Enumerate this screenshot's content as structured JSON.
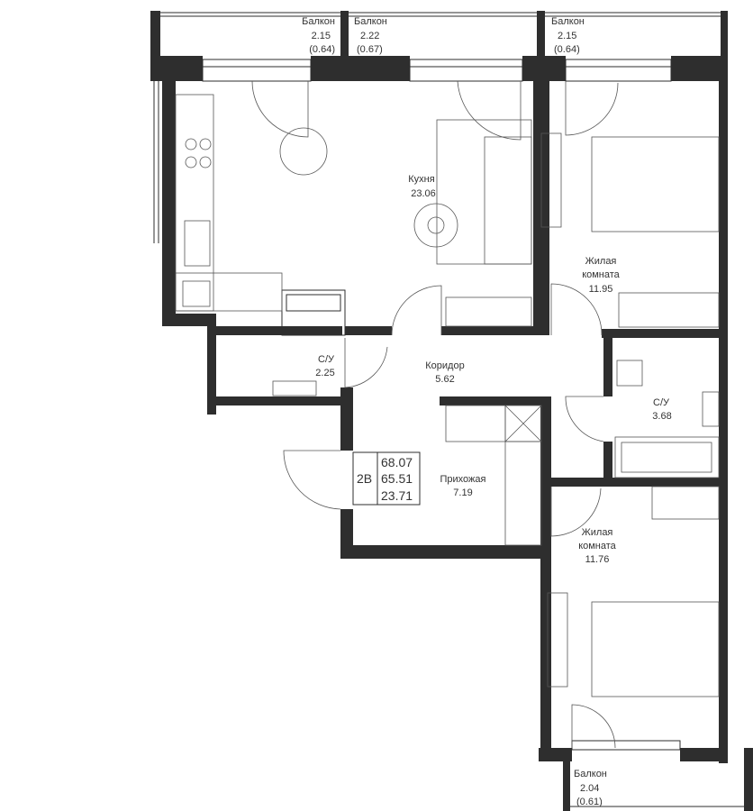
{
  "plan": {
    "rooms": [
      {
        "id": "balcony-1",
        "name": "Балкон",
        "area": "2.15",
        "area_coef": "(0.64)"
      },
      {
        "id": "balcony-2",
        "name": "Балкон",
        "area": "2.22",
        "area_coef": "(0.67)"
      },
      {
        "id": "balcony-3",
        "name": "Балкон",
        "area": "2.15",
        "area_coef": "(0.64)"
      },
      {
        "id": "kitchen",
        "name": "Кухня",
        "area": "23.06"
      },
      {
        "id": "bedroom-1",
        "name_line1": "Жилая",
        "name_line2": "комната",
        "area": "11.95"
      },
      {
        "id": "bathroom-1",
        "name": "С/У",
        "area": "2.25"
      },
      {
        "id": "corridor",
        "name": "Коридор",
        "area": "5.62"
      },
      {
        "id": "bathroom-2",
        "name": "С/У",
        "area": "3.68"
      },
      {
        "id": "hallway",
        "name": "Прихожая",
        "area": "7.19"
      },
      {
        "id": "bedroom-2",
        "name_line1": "Жилая",
        "name_line2": "комната",
        "area": "11.76"
      },
      {
        "id": "balcony-4",
        "name": "Балкон",
        "area": "2.04",
        "area_coef": "(0.61)"
      }
    ],
    "summary": {
      "type": "2В",
      "total_area": "68.07",
      "area_no_balcony": "65.51",
      "living_area": "23.71"
    },
    "colors": {
      "wall": "#2e2e2e",
      "background": "#ffffff"
    }
  }
}
